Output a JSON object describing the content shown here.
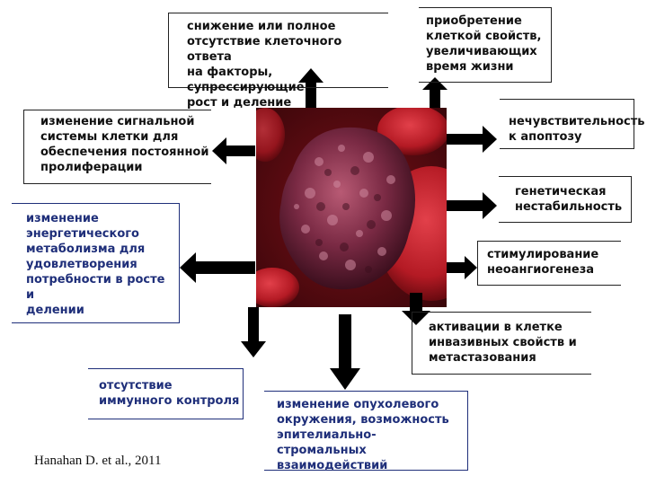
{
  "diagram": {
    "boxes": {
      "top_center": "снижение или полное\nотсутствие клеточного ответа\nна факторы, супрессирующие\nрост и деление",
      "top_right": "приобретение\nклеткой свойств,\nувеличивающих\nвремя жизни",
      "left_upper": "изменение сигнальной\nсистемы клетки для\nобеспечения постоянной\nпролиферации",
      "right_apoptosis": "нечувствительность\nк апоптозу",
      "left_metabolism": "изменение\nэнергетического\nметаболизма для\nудовлетворения\nпотребности в росте и\nделении",
      "right_genetic": "генетическая\nнестабильность",
      "right_angiogenesis": "стимулирование\nнеоангиогенеза",
      "right_invasion": "активации в клетке\nинвазивных свойств и\nметастазования",
      "bottom_immune": "отсутствие\nиммунного контроля",
      "bottom_micro": "изменение опухолевого\nокружения, возможность\nэпителиально-стромальных\nвзаимодействий"
    },
    "center_image": "cancer-cell-micrograph"
  },
  "citation": "Hanahan D. et al., 2011",
  "colors": {
    "arrow": "#000000",
    "navy_text": "#1f2f7a",
    "cell": "#8a2f4a",
    "blood": "#c0232c"
  }
}
